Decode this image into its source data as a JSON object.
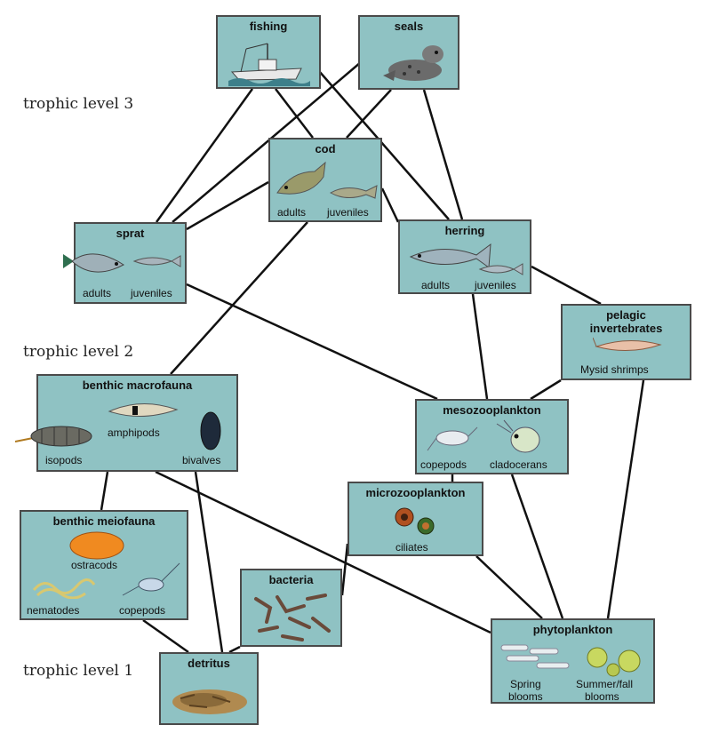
{
  "levels": {
    "l3": "trophic level 3",
    "l2": "trophic level 2",
    "l1": "trophic level 1"
  },
  "nodes": {
    "fishing": {
      "title": "fishing"
    },
    "seals": {
      "title": "seals"
    },
    "cod": {
      "title": "cod",
      "labels": [
        "adults",
        "juveniles"
      ]
    },
    "sprat": {
      "title": "sprat",
      "labels": [
        "adults",
        "juveniles"
      ]
    },
    "herring": {
      "title": "herring",
      "labels": [
        "adults",
        "juveniles"
      ]
    },
    "pelagic": {
      "title": "pelagic invertebrates",
      "title_line1": "pelagic",
      "title_line2": "invertebrates",
      "labels": [
        "Mysid shrimps"
      ]
    },
    "macrofauna": {
      "title": "benthic macrofauna",
      "labels": [
        "amphipods",
        "isopods",
        "bivalves"
      ]
    },
    "mesozoo": {
      "title": "mesozooplankton",
      "labels": [
        "copepods",
        "cladocerans"
      ]
    },
    "microzoo": {
      "title": "microzooplankton",
      "labels": [
        "ciliates"
      ]
    },
    "meiofauna": {
      "title": "benthic meiofauna",
      "labels": [
        "ostracods",
        "nematodes",
        "copepods"
      ]
    },
    "bacteria": {
      "title": "bacteria"
    },
    "detritus": {
      "title": "detritus"
    },
    "phyto": {
      "title": "phytoplankton",
      "labels": [
        "Spring",
        "blooms",
        "Summer/fall",
        "blooms"
      ]
    }
  },
  "links": [
    [
      "fishing",
      "sprat"
    ],
    [
      "fishing",
      "cod"
    ],
    [
      "fishing",
      "herring"
    ],
    [
      "seals",
      "sprat"
    ],
    [
      "seals",
      "cod"
    ],
    [
      "seals",
      "herring"
    ],
    [
      "cod",
      "sprat"
    ],
    [
      "cod",
      "herring"
    ],
    [
      "cod",
      "macrofauna"
    ],
    [
      "sprat",
      "mesozoo"
    ],
    [
      "herring",
      "mesozoo"
    ],
    [
      "herring",
      "pelagic"
    ],
    [
      "pelagic",
      "mesozoo"
    ],
    [
      "pelagic",
      "phyto"
    ],
    [
      "mesozoo",
      "microzoo"
    ],
    [
      "mesozoo",
      "phyto"
    ],
    [
      "microzoo",
      "bacteria"
    ],
    [
      "microzoo",
      "phyto"
    ],
    [
      "macrofauna",
      "meiofauna"
    ],
    [
      "macrofauna",
      "detritus"
    ],
    [
      "macrofauna",
      "phyto"
    ],
    [
      "meiofauna",
      "detritus"
    ],
    [
      "bacteria",
      "detritus"
    ]
  ]
}
